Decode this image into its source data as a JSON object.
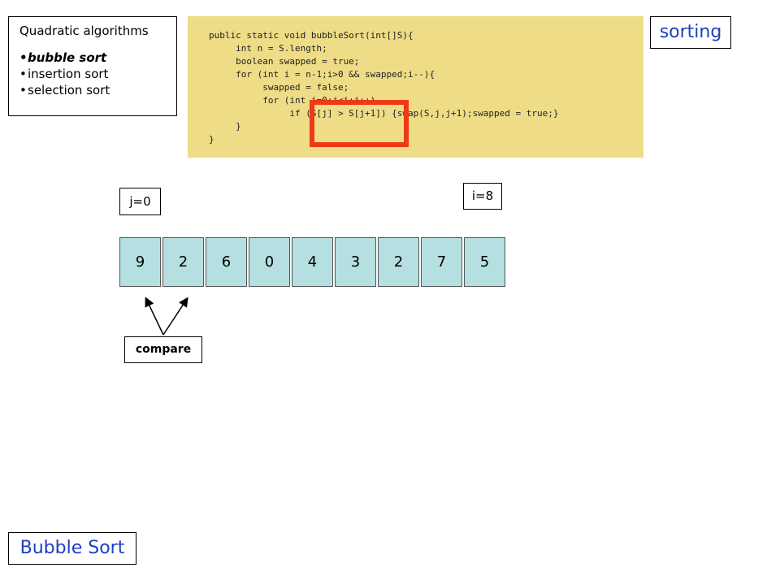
{
  "topic": {
    "heading": "Quadratic algorithms",
    "items": [
      {
        "label": "bubble sort",
        "current": true
      },
      {
        "label": "insertion sort",
        "current": false
      },
      {
        "label": "selection sort",
        "current": false
      }
    ]
  },
  "code": {
    "lines": [
      "public static void bubbleSort(int[]S){",
      "     int n = S.length;",
      "     boolean swapped = true;",
      "     for (int i = n-1;i>0 && swapped;i--){",
      "          swapped = false;",
      "          for (int j=0;j<i;j++)",
      "               if (S[j] > S[j+1]) {swap(S,j,j+1);swapped = true;}",
      "     }",
      "}"
    ],
    "highlight_color": "#ee3a16",
    "background_color": "#eedc86"
  },
  "section_tag": "sorting",
  "i_label": "i=8",
  "j_label": "j=0",
  "array": {
    "values": [
      "9",
      "2",
      "6",
      "0",
      "4",
      "3",
      "2",
      "7",
      "5"
    ],
    "cell_color": "#b5dfe0"
  },
  "compare_label": "compare",
  "slide_title": "Bubble Sort",
  "accent_color": "#1f3fbf"
}
